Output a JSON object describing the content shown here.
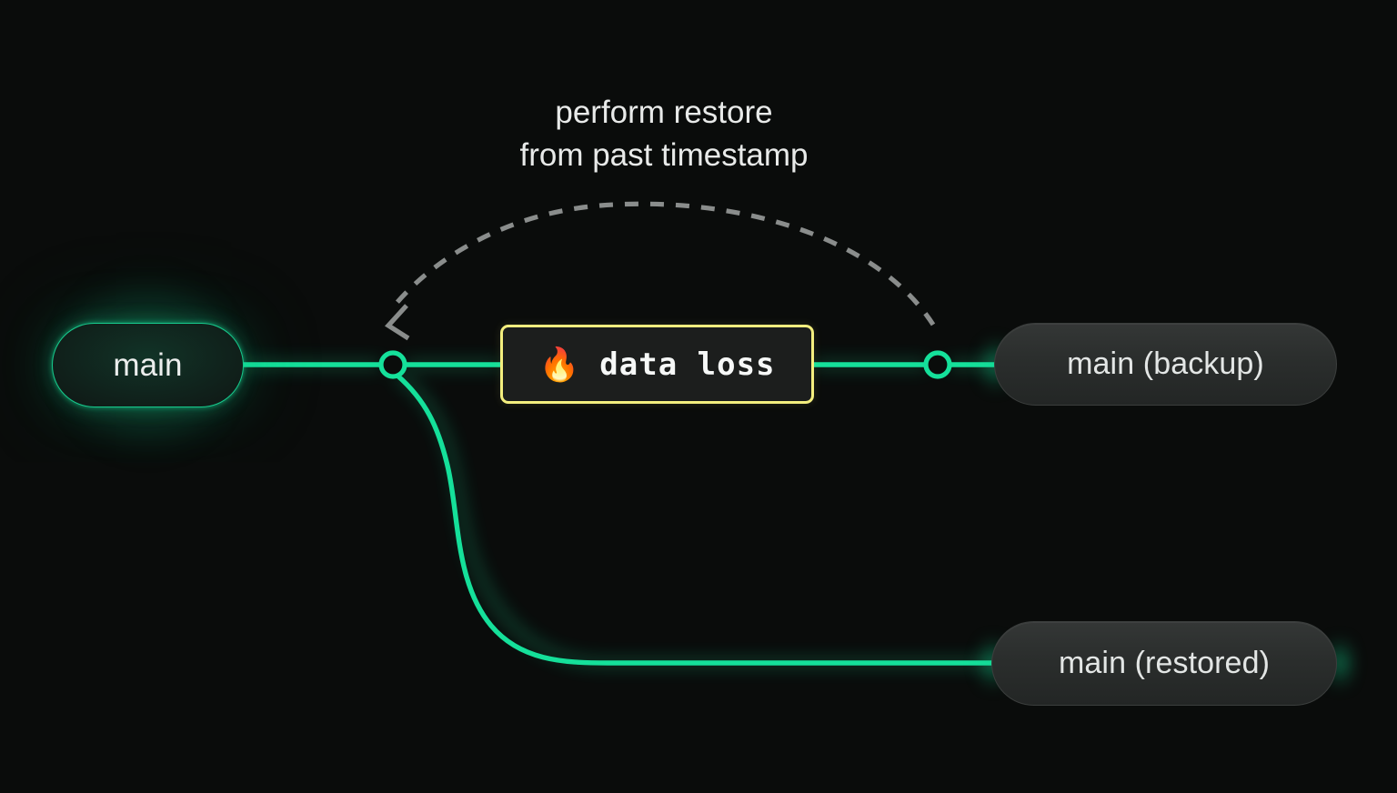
{
  "diagram": {
    "title": "database branch restore flow",
    "background_color": "#0a0c0b",
    "accent_green": "#15e09a",
    "warning_yellow": "#f3ee7e",
    "dashed_gray": "#8a8d8c"
  },
  "annotation": {
    "text": "perform restore\nfrom past timestamp",
    "line1": "perform restore",
    "line2": "from past timestamp"
  },
  "nodes": {
    "main": {
      "label": "main",
      "style": "active-green-pill"
    },
    "data_loss": {
      "icon": "fire-emoji",
      "icon_glyph": "🔥",
      "label": "data loss",
      "style": "yellow-outlined-box"
    },
    "backup": {
      "label": "main (backup)",
      "style": "gray-pill"
    },
    "restored": {
      "label": "main (restored)",
      "style": "gray-pill"
    }
  },
  "connectors": {
    "main_to_branchpoint": "solid-green-line",
    "branchpoint_to_dataloss": "solid-green-line",
    "dataloss_to_endpoint": "solid-green-line",
    "endpoint_to_backup": "solid-green-line",
    "branchpoint_to_restored": "solid-green-s-curve",
    "restore_arc": "dashed-gray-arc-with-arrowhead"
  },
  "markers": {
    "branch_point": "open-circle-node",
    "end_point": "open-circle-node",
    "arrowhead": "chevron-arrowhead"
  }
}
